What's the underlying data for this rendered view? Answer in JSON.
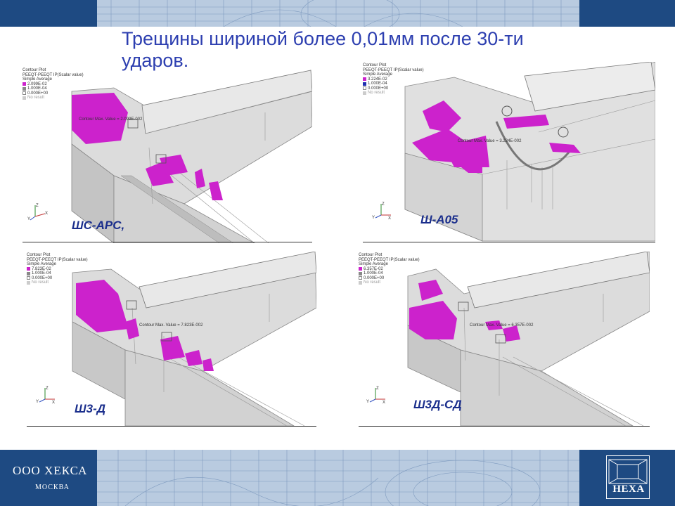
{
  "slide": {
    "title": "Трещины шириной более 0,01мм после 30-ти ударов.",
    "colors": {
      "band": "#1e4a82",
      "title": "#2d3fb0",
      "crack": "#cc22cc",
      "label": "#1a2e8c"
    }
  },
  "panels": [
    {
      "label": "ШС-АРС,",
      "legend": [
        "Contour Plot",
        "PEEQT-PEEQT IP(Scalar value)",
        "Simple Average",
        "2.099E-02",
        "1.000E-04",
        "0.000E+00",
        "No result"
      ],
      "annotation": "Contour Max. Value = 2.099E-002"
    },
    {
      "label": "Ш-А05",
      "legend": [
        "Contour Plot",
        "PEEQT-PEEQT IP(Scalar value)",
        "Simple Average",
        "3.224E-02",
        "1.000E-04",
        "0.000E+00",
        "No result"
      ],
      "annotation": "Contour Max. Value = 3.224E-002"
    },
    {
      "label": "Ш3-Д",
      "legend": [
        "Contour Plot",
        "PEEQT-PEEQT IP(Scalar value)",
        "Simple Average",
        "7.823E-02",
        "1.000E-04",
        "0.000E+00",
        "No result"
      ],
      "annotation": "Contour Max. Value = 7.823E-002"
    },
    {
      "label": "Ш3Д-СД",
      "legend": [
        "Contour Plot",
        "PEEQT-PEEQT IP(Scalar value)",
        "Simple Average",
        "6.357E-02",
        "1.000E-04",
        "0.000E+00",
        "No result"
      ],
      "annotation": "Contour Max. Value = 6.357E-002"
    }
  ],
  "footer": {
    "company": "ООО ХЕКСА",
    "city": "МОСКВА",
    "logo_text": "HEXA"
  },
  "icons": [
    "axis-triad-icon",
    "hexa-logo-icon"
  ]
}
